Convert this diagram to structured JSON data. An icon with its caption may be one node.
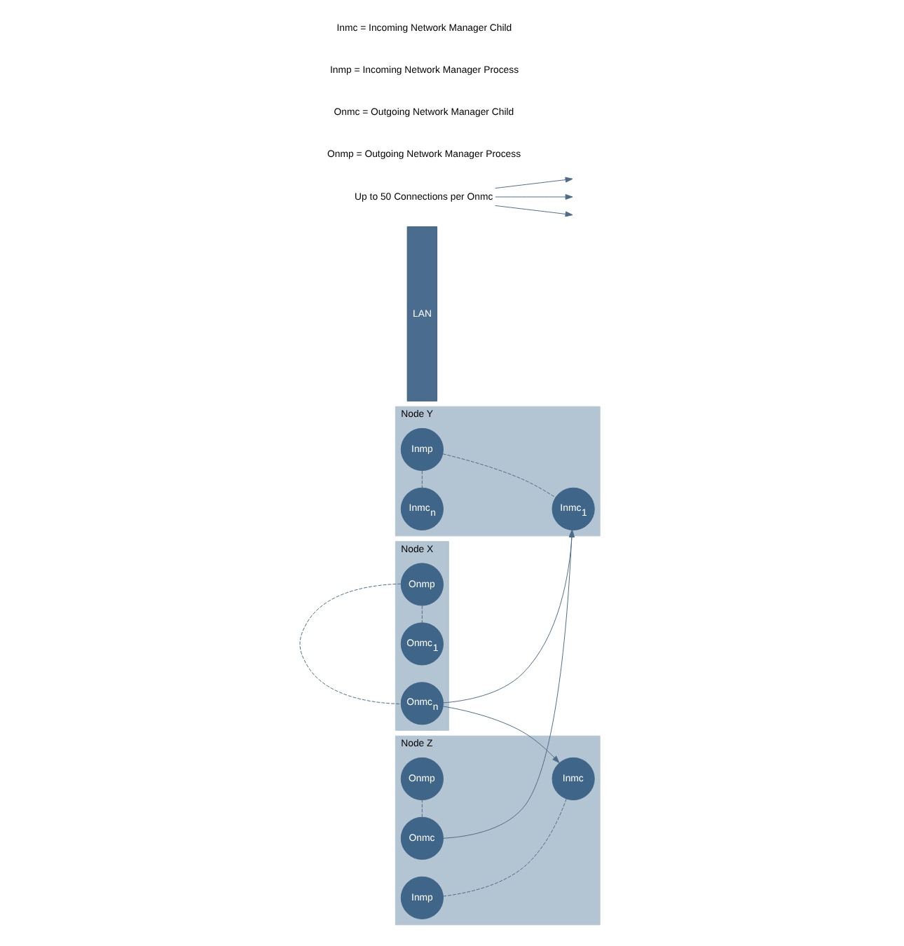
{
  "diagram": {
    "nodes": [
      {
        "text": [
          "Node X"
        ]
      },
      {
        "text": [
          "Onmp"
        ],
        "in": 0
      },
      {
        "text": [
          "Onmc$_{1}$"
        ],
        "in": 0
      },
      {
        "text": [
          "Onmc$_{n}$"
        ],
        "in": 0
      },
      {
        "text": [
          "LAN"
        ]
      },
      {
        "text": [
          "Node Y"
        ]
      },
      {
        "text": [
          "Inmp"
        ],
        "in": 5
      },
      {
        "text": [
          "Inmc$_{1}$"
        ],
        "in": 5
      },
      {
        "text": [
          "Inmc$_{n}$"
        ],
        "in": 5
      },
      {
        "text": [
          "Up to 50 Connections per Onmc"
        ]
      },
      {
        "text": [
          "Node Z"
        ]
      },
      {
        "text": [
          "Onmp"
        ],
        "in": 10
      },
      {
        "text": [
          "Onmc"
        ],
        "in": 10
      },
      {
        "text": [
          "Inmp"
        ],
        "in": 10
      },
      {
        "text": [
          "Inmc"
        ],
        "in": 10
      }
    ],
    "edges": [
      {
        "from": 1,
        "to": 2,
        "arrow": "none",
        "style": "dashed"
      },
      {
        "from": 1,
        "to": 3,
        "arrow": "none",
        "style": "dashed"
      },
      {
        "from": 6,
        "to": 7,
        "arrow": "none",
        "style": "dashed"
      },
      {
        "from": 6,
        "to": 8,
        "arrow": "none",
        "style": "dashed"
      },
      {
        "from": 3,
        "to": 14,
        "arrow": "to"
      },
      {
        "from": 3,
        "to": 7,
        "arrow": "to"
      },
      {
        "from": 12,
        "to": 7,
        "arrow": "to"
      },
      {
        "from": 12,
        "to": 11,
        "arrow": "none",
        "style": "dashed"
      },
      {
        "from": 14,
        "to": 13,
        "arrow": "none",
        "style": "dashed"
      },
      {
        "from": 9,
        "to": null,
        "arrow": "to"
      },
      {
        "from": 9,
        "to": null,
        "arrow": "to"
      },
      {
        "from": 9,
        "to": null,
        "arrow": "to"
      }
    ],
    "labels": [
      "Onmp = Outgoing Network Manager Process",
      "Onmc = Outgoing Network Manager Child",
      "Inmp = Incoming Network Manager Process",
      "Inmc = Incoming Network Manager Child"
    ]
  }
}
